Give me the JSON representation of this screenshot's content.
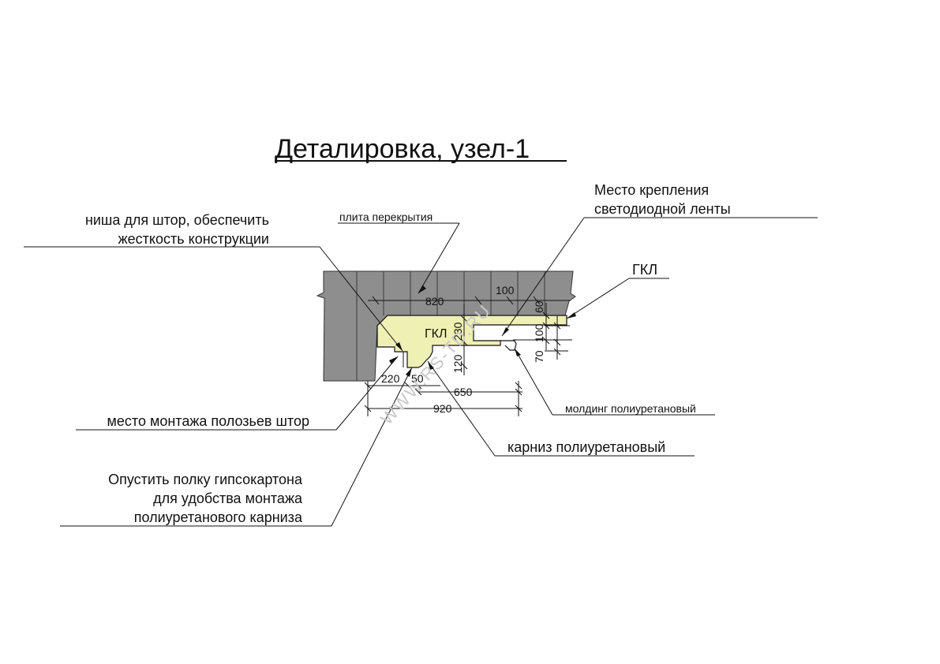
{
  "title": "Деталировка, узел-1",
  "labels": {
    "slab": "плита перекрытия",
    "niche_1": "ниша для штор, обеспечить",
    "niche_2": "жесткость конструкции",
    "led_1": "Место крепления",
    "led_2": "светодиодной ленты",
    "gkl_callout": "ГКЛ",
    "gkl_inner": "ГКЛ",
    "molding": "молдинг полиуретановый",
    "cornice": "карниз полиуретановый",
    "rails": "место монтажа полозьев штор",
    "shelf_1": "Опустить полку гипсокартона",
    "shelf_2": "для удобства монтажа",
    "shelf_3": "полиуретанового  карниза"
  },
  "dimensions": {
    "d820": "820",
    "d100_top": "100",
    "d60": "60",
    "d230": "230",
    "d120": "120",
    "d100_side": "100",
    "d70": "70",
    "d220": "220",
    "d50": "50",
    "d650": "650",
    "d920": "920"
  },
  "watermark": "WWW.RS-TD.RU",
  "colors": {
    "slab": "#8e8e8e",
    "slab_lines": "#3a3a3a",
    "gkl_fill": "#eef0b4",
    "line": "#111111",
    "watermark": "#c8c8c8"
  }
}
